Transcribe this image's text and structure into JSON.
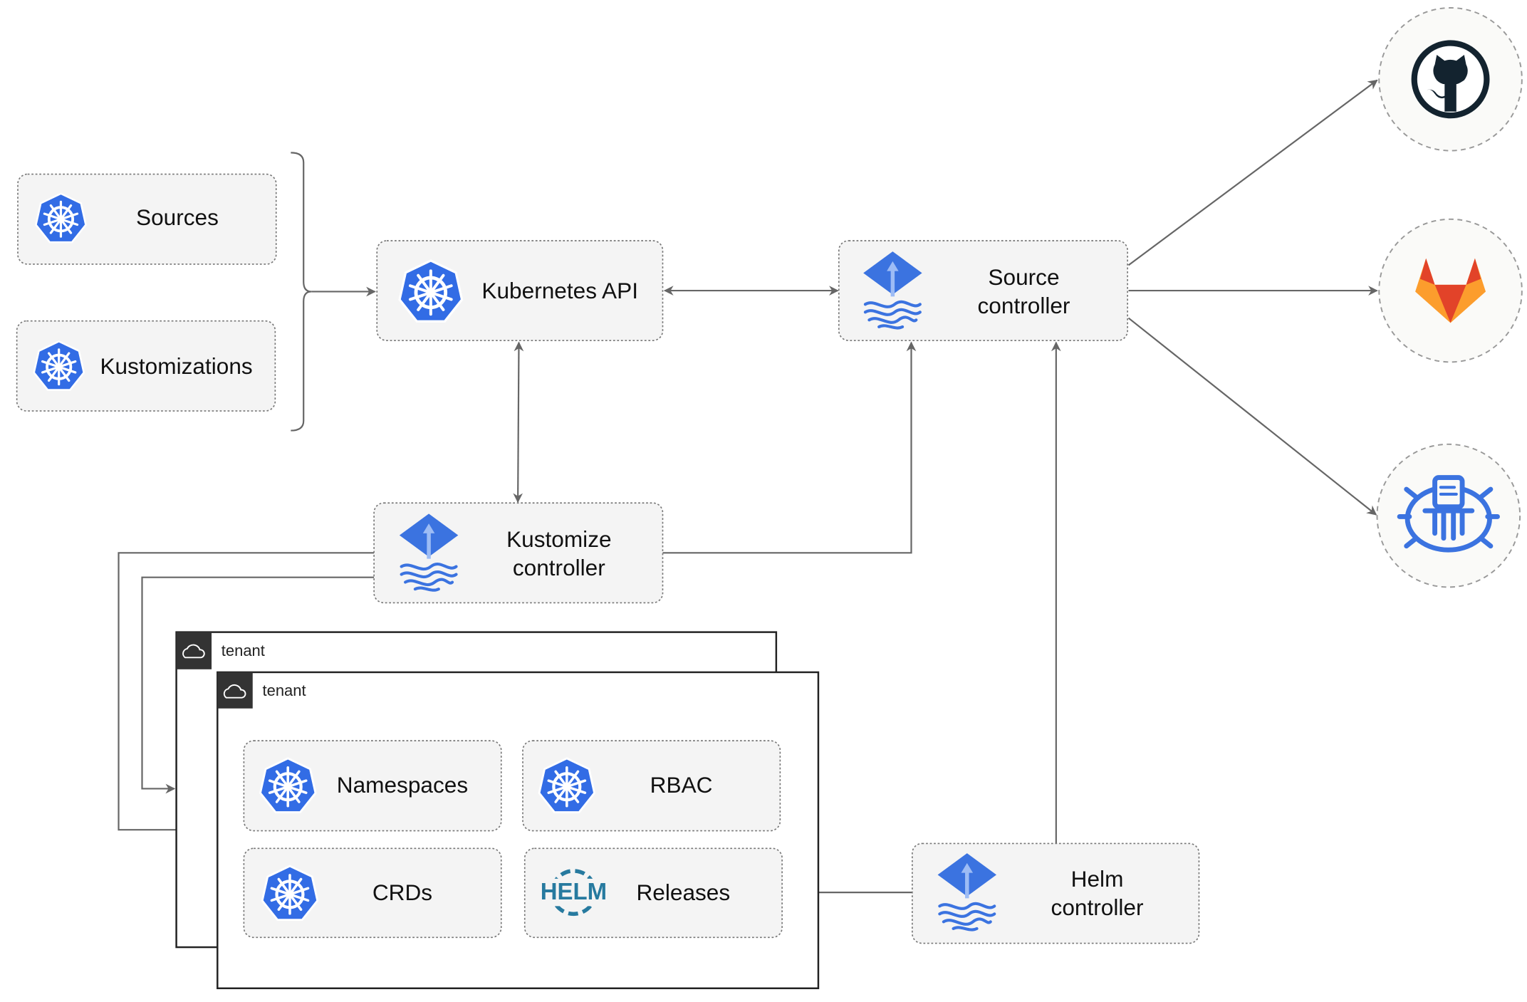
{
  "nodes": {
    "sources": "Sources",
    "kustomizations": "Kustomizations",
    "kubernetes_api": "Kubernetes API",
    "source_controller": [
      "Source",
      "controller"
    ],
    "kustomize_controller": [
      "Kustomize",
      "controller"
    ],
    "helm_controller": [
      "Helm",
      "controller"
    ],
    "namespaces": "Namespaces",
    "rbac": "RBAC",
    "crds": "CRDs",
    "releases": "Releases"
  },
  "tenants": [
    "tenant",
    "tenant"
  ],
  "logos": {
    "helm_wordmark": "HELM"
  },
  "external_sources": [
    "github-icon",
    "gitlab-icon",
    "bucket-icon"
  ],
  "colors": {
    "k8s_blue": "#326ce5",
    "flux_blue": "#3b73e0",
    "gitlab_orange": "#e24329",
    "github_dark": "#13232f",
    "helm_blue": "#277a9f"
  }
}
